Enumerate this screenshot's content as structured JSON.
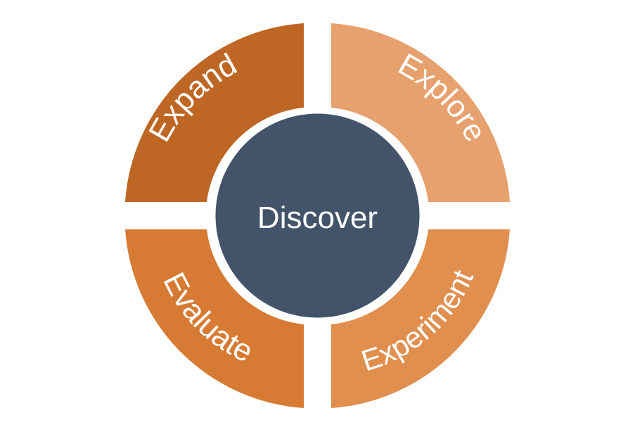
{
  "diagram": {
    "center": {
      "label": "Discover",
      "color": "#43546A"
    },
    "segments": [
      {
        "id": "expand",
        "label": "Expand",
        "color": "#BE6624"
      },
      {
        "id": "explore",
        "label": "Explore",
        "color": "#E7A16E"
      },
      {
        "id": "experiment",
        "label": "Experiment",
        "color": "#E08F4F"
      },
      {
        "id": "evaluate",
        "label": "Evaluate",
        "color": "#D77A34"
      }
    ],
    "text_color": "#FFFFFF",
    "background": "#FFFFFF"
  }
}
